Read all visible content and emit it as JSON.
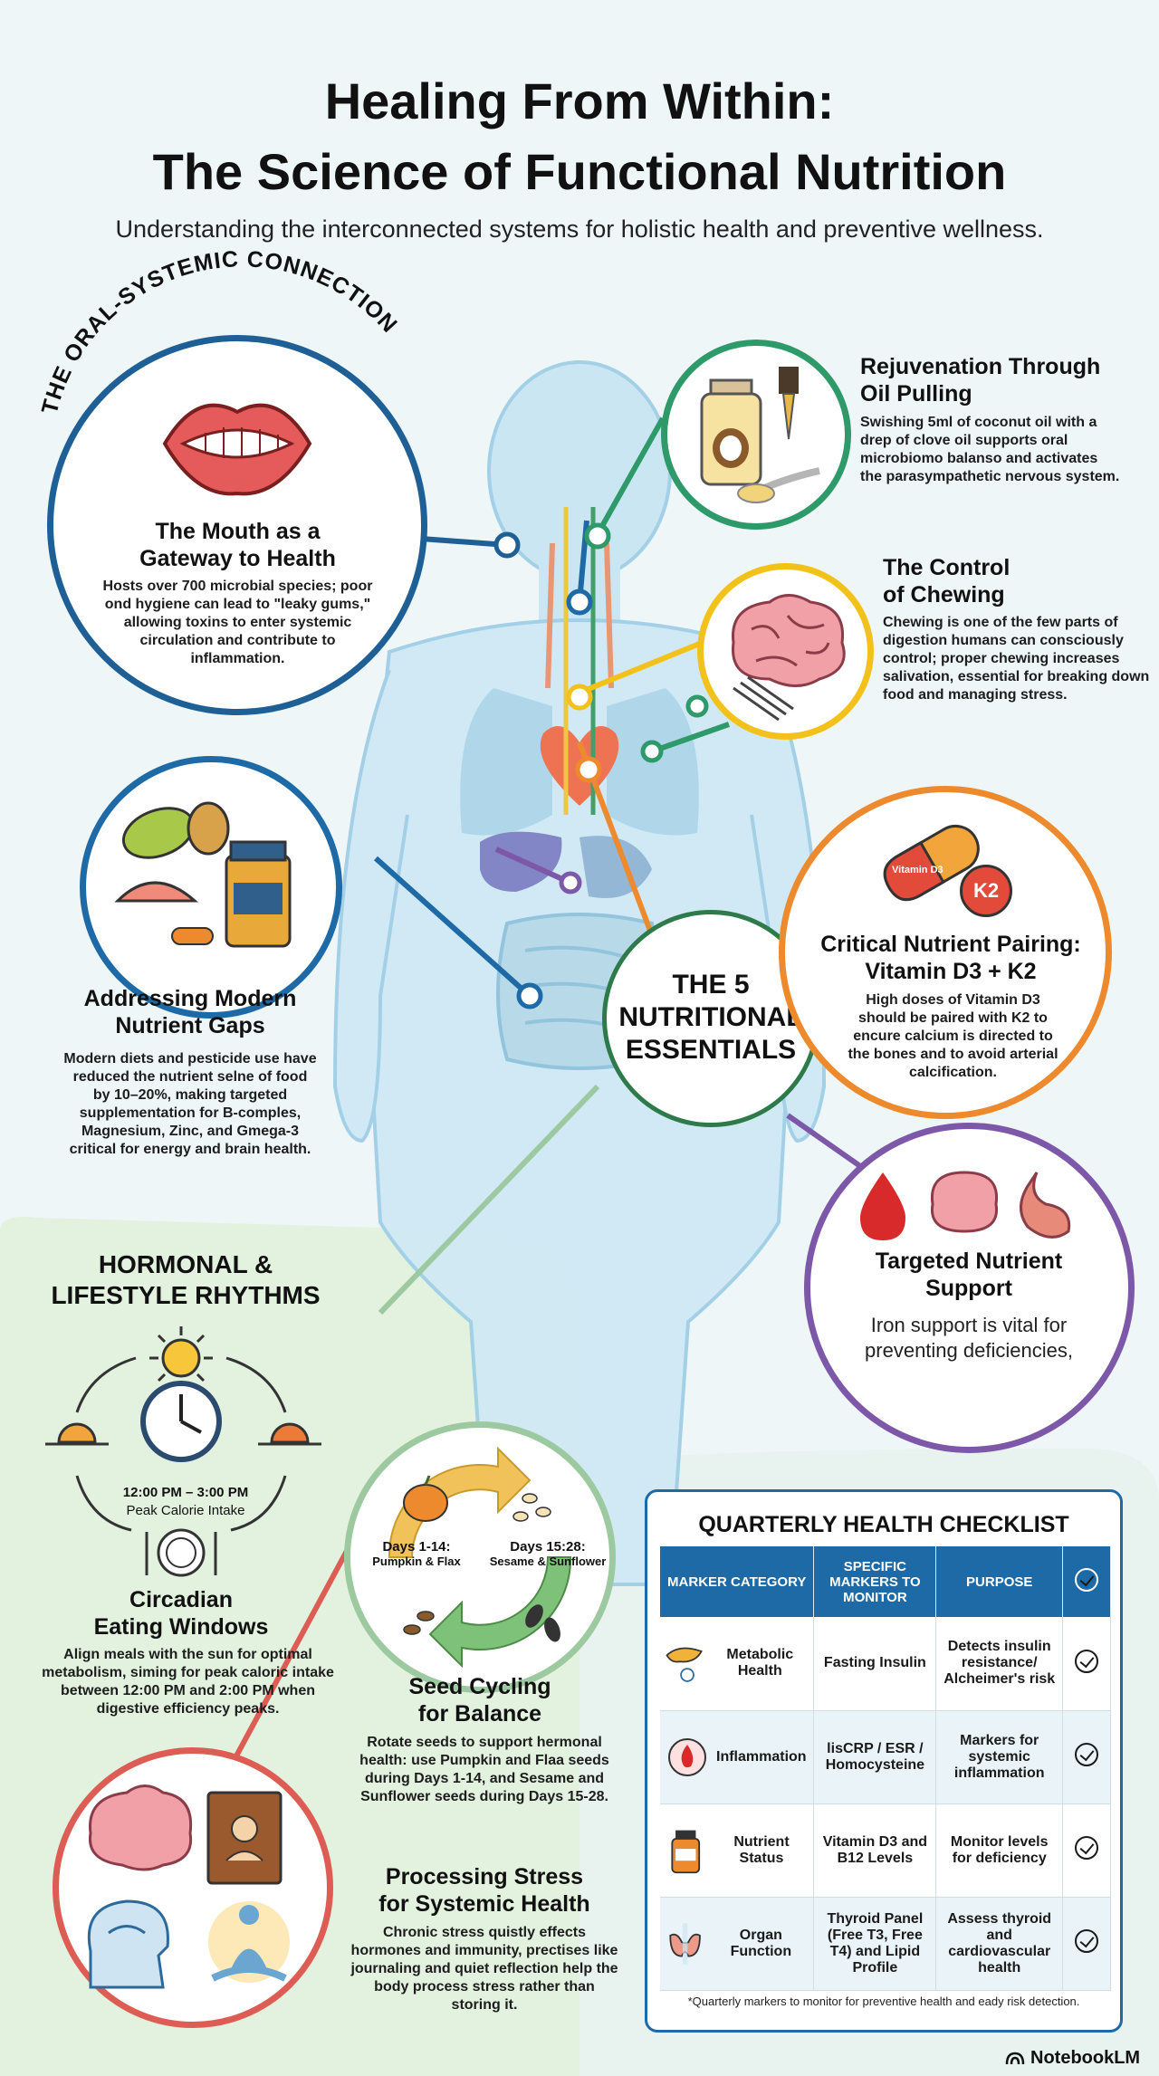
{
  "header": {
    "title_line1": "Healing From Within:",
    "title_line2": "The Science of Functional Nutrition",
    "subtitle": "Understanding the interconnected systems for holistic health and preventive wellness."
  },
  "oral": {
    "arc_label": "THE ORAL-SYSTEMIC CONNECTION",
    "heading_line1": "The Mouth as a",
    "heading_line2": "Gateway to Health",
    "body": "Hosts over 700 microbial species; poor ond hygiene can lead to \"leaky gums,\" allowing toxins to enter systemic circulation and contribute to inflammation."
  },
  "oil_pulling": {
    "heading_line1": "Rejuvenation Through",
    "heading_line2": "Oil Pulling",
    "body": "Swishing 5ml of coconut oil with a drep of clove oil supports oral microbiomo balanso and activates the parasympathetic nervous system."
  },
  "chewing": {
    "heading_line1": "The Control",
    "heading_line2": "of Chewing",
    "body": "Chewing is one of the few parts of digestion humans can consciously control; proper chewing increases salivation, essential for breaking down food and managing stress."
  },
  "nutrient_gaps": {
    "heading_line1": "Addressing Modern",
    "heading_line2": "Nutrient Gaps",
    "body": "Modern diets and pesticide use have reduced the nutrient selne of food by 10–20%, making targeted supplementation for B-comples, Magnesium, Zinc, and Gmega-3 critical for energy and brain health."
  },
  "essentials": {
    "line1": "THE 5",
    "line2": "NUTRITIONAL",
    "line3": "ESSENTIALS"
  },
  "d3k2": {
    "capsule_text": "Vitamin D3",
    "tab_text": "K2",
    "heading_line1": "Critical Nutrient Pairing:",
    "heading_line2": "Vitamin D3 + K2",
    "body": "High doses of Vitamin D3 should be paired with K2 to encure calcium is directed to the bones and to avoid arterial calcification."
  },
  "targeted": {
    "heading_line1": "Targeted Nutrient",
    "heading_line2": "Support",
    "body": "Iron support is vital for preventing deficiencies,"
  },
  "hormonal": {
    "heading_line1": "HORMONAL &",
    "heading_line2": "LIFESTYLE RHYTHMS"
  },
  "circadian": {
    "time_label": "12:00 PM – 3:00 PM",
    "time_sub": "Peak Calorie Intake",
    "heading_line1": "Circadian",
    "heading_line2": "Eating Windows",
    "body": "Align meals with the sun for optimal metabolism, siming for peak caloric intake between 12:00 PM and 2:00 PM when digestive efficiency peaks."
  },
  "seed": {
    "phase1_line1": "Days 1-14:",
    "phase1_line2": "Pumpkin & Flax",
    "phase2_line1": "Days 15:28:",
    "phase2_line2": "Sesame & Sunflower",
    "heading_line1": "Seed Cycling",
    "heading_line2": "for Balance",
    "body": "Rotate seeds to support hermonal health: use Pumpkin and Flaa seeds during Days 1-14, and Sesame and Sunflower seeds during Days 15-28."
  },
  "stress": {
    "heading_line1": "Processing Stress",
    "heading_line2": "for Systemic Health",
    "body": "Chronic stress quistly effects hormones and immunity, prectises like journaling and quiet reflection help the body process stress rather than storing it."
  },
  "checklist": {
    "title": "QUARTERLY HEALTH CHECKLIST",
    "headers": [
      "MARKER CATEGORY",
      "SPECIFIC MARKERS TO MONITOR",
      "PURPOSE"
    ],
    "rows": [
      {
        "category": "Metabolic Health",
        "markers": "Fasting Insulin",
        "purpose": "Detects insulin resistance/ Alcheimer's risk"
      },
      {
        "category": "Inflammation",
        "markers": "lisCRP / ESR / Homocysteine",
        "purpose": "Markers for systemic inflammation"
      },
      {
        "category": "Nutrient Status",
        "markers": "Vitamin D3 and B12 Levels",
        "purpose": "Monitor levels for deficiency"
      },
      {
        "category": "Organ Function",
        "markers": "Thyroid Panel (Free T3, Free T4) and Lipid Profile",
        "purpose": "Assess thyroid and cardiovascular health"
      }
    ],
    "footnote": "*Quarterly markers to monitor for preventive health and eady risk detection."
  },
  "brand": "NotebookLM",
  "colors": {
    "blue": "#1e5f96",
    "green": "#2e9a6a",
    "yellow": "#f2c21b",
    "orange": "#ee8a2e",
    "purple": "#7d58a8",
    "red": "#dd5d55",
    "mint": "#9cc9a0",
    "lightgreen_bg": "#e3f1df"
  },
  "icons": [
    "lips-icon",
    "oil-bottle-icon",
    "dropper-icon",
    "coconut-icon",
    "spoon-icon",
    "brain-icon",
    "fork-icon",
    "fruit-icon",
    "supplement-bottle-icon",
    "capsule-icon",
    "k2-tab-icon",
    "blood-drop-icon",
    "stomach-icon",
    "sun-icon",
    "sunrise-icon",
    "sunset-icon",
    "clock-icon",
    "plate-icon",
    "pumpkin-icon",
    "seeds-icon",
    "journal-icon",
    "meditation-icon",
    "head-icon",
    "pancreas-icon",
    "thyroid-icon",
    "check-icon",
    "logo-icon"
  ]
}
